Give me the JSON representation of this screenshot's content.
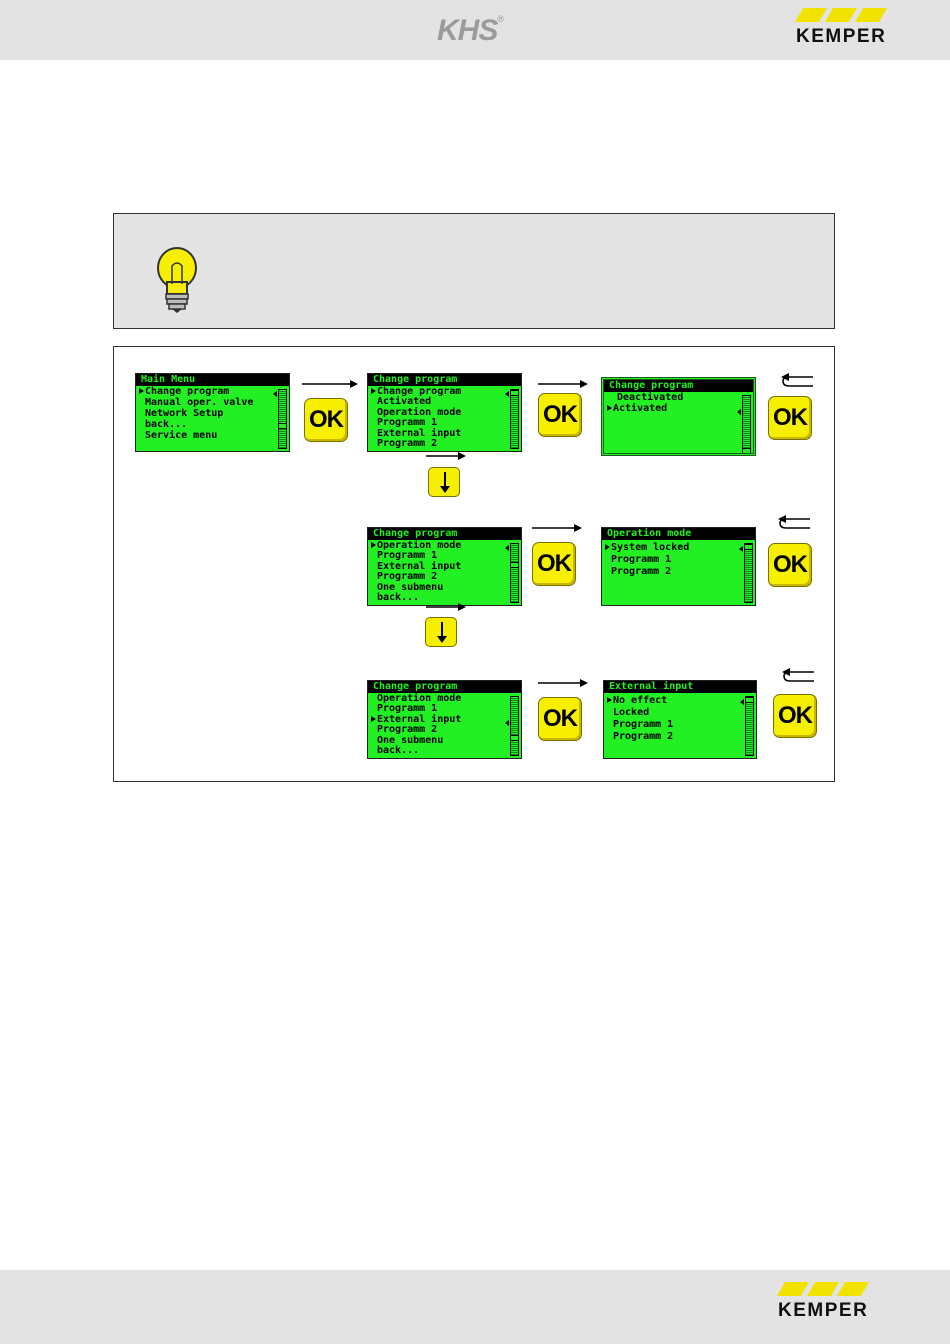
{
  "header": {
    "logo_text": "KHS",
    "registered_mark": "®",
    "brand": "KEMPER"
  },
  "footer": {
    "brand": "KEMPER"
  },
  "colors": {
    "lcd_green": "#22f022",
    "ok_yellow": "#f7ef00",
    "header_gray": "#e3e3e3",
    "brand_yellow": "#f2e200"
  },
  "icons": {
    "tip": "lightbulb-icon",
    "down": "arrow-down-icon",
    "next": "arrow-right-icon",
    "return": "return-arrow-icon"
  },
  "ok_label": "OK",
  "screens": {
    "main_menu": {
      "title": "Main Menu",
      "items": [
        "Change program",
        "Manual oper. valve",
        "Network Setup",
        "back...",
        "Service menu"
      ]
    },
    "change_program_1": {
      "title": "Change program",
      "items": [
        "Change program",
        "Activated",
        "Operation mode",
        "Programm 1",
        "External input",
        "Programm 2"
      ]
    },
    "change_program_sub": {
      "title": "Change program",
      "items": [
        "Deactivated",
        "Activated"
      ]
    },
    "change_program_2": {
      "title": "Change program",
      "items": [
        "Operation mode",
        "Programm 1",
        "External input",
        "Programm 2",
        "One submenu",
        "back..."
      ]
    },
    "operation_mode": {
      "title": "Operation mode",
      "items": [
        "System locked",
        "Programm 1",
        "Programm 2"
      ]
    },
    "change_program_3": {
      "title": "Change program",
      "items": [
        "Operation mode",
        "Programm 1",
        "External input",
        "Programm 2",
        "One submenu",
        "back..."
      ]
    },
    "external_input": {
      "title": "External input",
      "items": [
        "No effect",
        "Locked",
        "Programm 1",
        "Programm 2"
      ]
    }
  }
}
